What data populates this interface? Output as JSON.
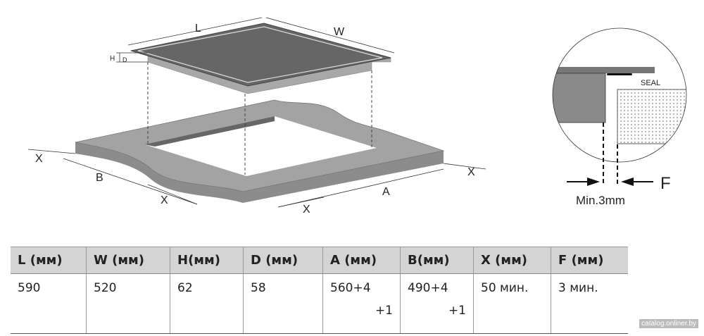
{
  "diagram": {
    "labels": {
      "L": "L",
      "W": "W",
      "H": "H",
      "D": "D",
      "B": "B",
      "A": "A",
      "X": "X"
    },
    "detail": {
      "seal": "SEAL",
      "f": "F",
      "min": "Min.3mm"
    }
  },
  "table": {
    "headers": [
      "L (мм)",
      "W (мм)",
      "H(мм)",
      "D (мм)",
      "A (мм)",
      "B(мм)",
      "X (мм)",
      "F (мм)"
    ],
    "values": [
      "590",
      "520",
      "62",
      "58",
      "560+4",
      "490+4",
      "50 мин.",
      "3 мин."
    ],
    "tolerances": {
      "A": "+1",
      "B": "+1"
    }
  },
  "watermark": "catalog.onliner.by"
}
